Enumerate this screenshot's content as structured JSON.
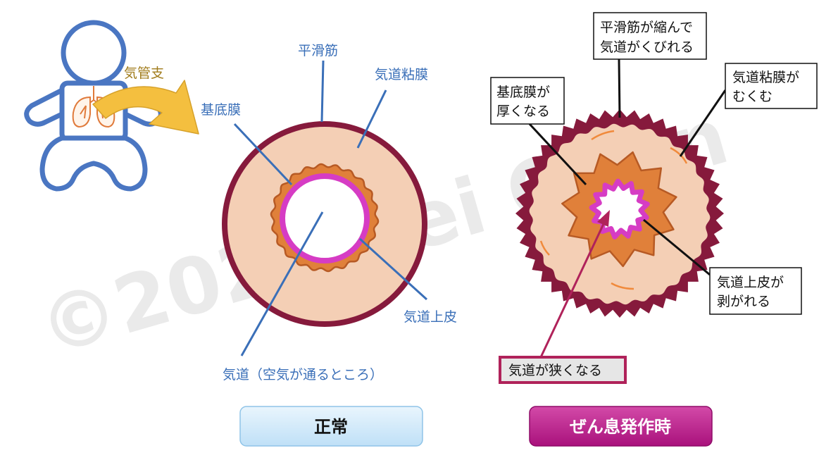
{
  "watermark": "©2022 Rei Okan",
  "baby": {
    "bronchi_label": "気管支"
  },
  "normal": {
    "labels": {
      "smooth_muscle": "平滑筋",
      "mucosa": "気道粘膜",
      "basement_membrane": "基底膜",
      "epithelium": "気道上皮",
      "airway": "気道（空気が通るところ）"
    },
    "panel_title": "正常"
  },
  "asthma": {
    "callouts": {
      "smooth_muscle_line1": "平滑筋が縮んで",
      "smooth_muscle_line2": "気道がくびれる",
      "mucosa_line1": "気道粘膜が",
      "mucosa_line2": "むくむ",
      "basement_line1": "基底膜が",
      "basement_line2": "厚くなる",
      "epithelium_line1": "気道上皮が",
      "epithelium_line2": "剥がれる",
      "narrow": "気道が狭くなる"
    },
    "panel_title": "ぜん息発作時"
  },
  "colors": {
    "muscle": "#861a3c",
    "mucosa": "#f4cfb5",
    "basement": "#e0803a",
    "epithelium": "#d63cc4",
    "baby_outline": "#4a76c2",
    "arrow": "#f4bf3f",
    "leader_blue": "#3a6fb8",
    "narrow_pointer": "#b0225a",
    "normal_panel": "#d5ecfb",
    "asthma_panel": "#c0188f"
  }
}
